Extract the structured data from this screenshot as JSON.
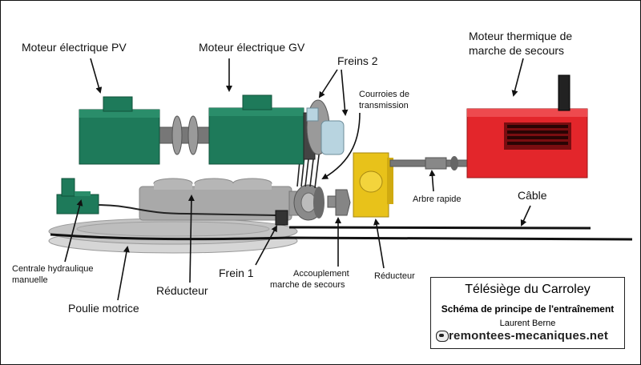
{
  "labels": {
    "moteur_pv": "Moteur électrique PV",
    "moteur_gv": "Moteur électrique GV",
    "freins_2": "Freins 2",
    "courroies_l1": "Courroies de",
    "courroies_l2": "transmission",
    "moteur_thermique_l1": "Moteur thermique de",
    "moteur_thermique_l2": "marche de secours",
    "arbre_rapide": "Arbre rapide",
    "cable": "Câble",
    "centrale_l1": "Centrale hydraulique",
    "centrale_l2": "manuelle",
    "reducteur_main": "Réducteur",
    "frein_1": "Frein 1",
    "accouplement_l1": "Accouplement",
    "accouplement_l2": "marche de secours",
    "reducteur_secours": "Réducteur",
    "poulie_motrice": "Poulie motrice"
  },
  "title_block": {
    "title": "Télésiège du Carroley",
    "subtitle": "Schéma de principe de l'entraînement",
    "author": "Laurent Berne",
    "site": "remontees-mecaniques.net"
  },
  "colors": {
    "motor_green": "#1e7a5a",
    "thermal_red": "#e3262b",
    "reducer_yellow": "#e8c21a",
    "reducer_grey": "#a9a9a9",
    "pulley_grey": "#c9c9c9"
  }
}
